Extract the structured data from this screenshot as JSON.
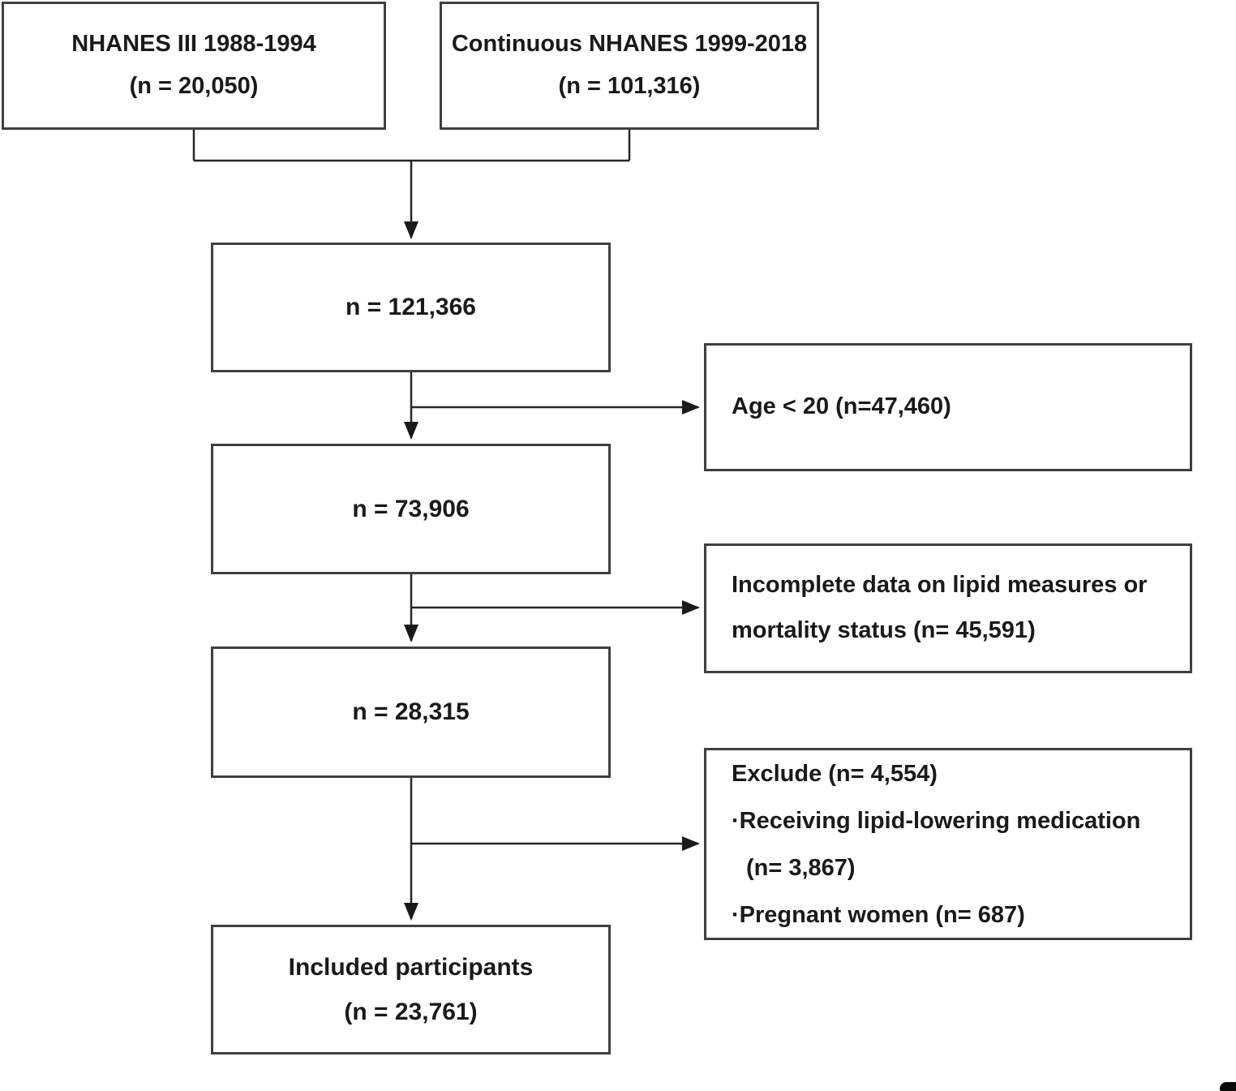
{
  "figure": {
    "background": "#ffffff",
    "box_border_color": "#3f3f3f",
    "connector_color": "#262626",
    "text_color": "#1a1a1a",
    "corner_mark_color": "#0a0a0a"
  },
  "boxes": {
    "source_left": {
      "lines": [
        "NHANES III 1988-1994",
        "(n = 20,050)"
      ]
    },
    "source_right": {
      "lines": [
        "Continuous NHANES 1999-2018",
        "(n = 101,316)"
      ]
    },
    "pooled": {
      "label": "n = 121,366"
    },
    "after_age_exclusion": {
      "label": "n = 73,906"
    },
    "after_lipid_exclusion": {
      "label": "n = 28,315"
    },
    "included": {
      "lines": [
        "Included participants",
        "(n = 23,761)"
      ]
    },
    "exclusion_age": {
      "lines": [
        "Age < 20 (n=47,460)"
      ]
    },
    "exclusion_incomplete": {
      "lines": [
        "Incomplete data on lipid measures or",
        "mortality status (n= 45,591)"
      ]
    },
    "exclusion_other": {
      "lines": [
        "Exclude (n= 4,554)",
        "·Receiving lipid-lowering medication",
        "(n= 3,867)",
        "·Pregnant women (n= 687)"
      ]
    }
  }
}
